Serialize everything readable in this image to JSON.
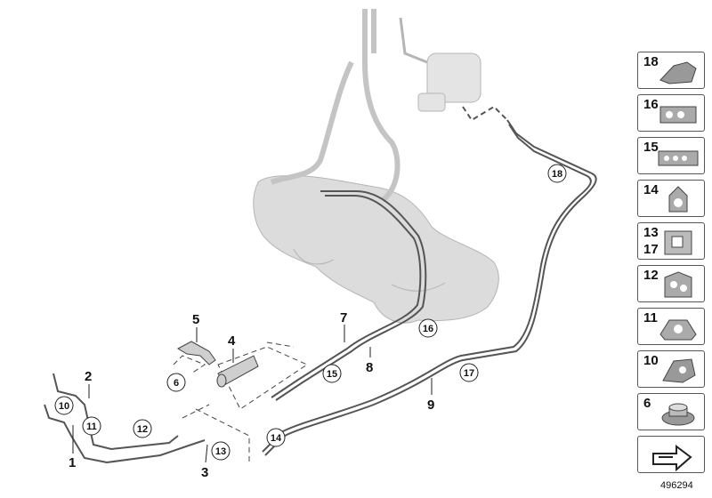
{
  "diagram": {
    "callouts": {
      "c1": "1",
      "c2": "2",
      "c3": "3",
      "c4": "4",
      "c5": "5",
      "c7": "7",
      "c8": "8",
      "c9": "9"
    },
    "circled": {
      "c6": "6",
      "c10": "10",
      "c11": "11",
      "c12": "12",
      "c13": "13",
      "c14": "14",
      "c15": "15",
      "c16": "16",
      "c17": "17",
      "c18": "18"
    }
  },
  "legend": {
    "items": [
      {
        "num": "18",
        "num2": ""
      },
      {
        "num": "16",
        "num2": ""
      },
      {
        "num": "15",
        "num2": ""
      },
      {
        "num": "14",
        "num2": ""
      },
      {
        "num": "13",
        "num2": "17"
      },
      {
        "num": "12",
        "num2": ""
      },
      {
        "num": "11",
        "num2": ""
      },
      {
        "num": "10",
        "num2": ""
      },
      {
        "num": "6",
        "num2": ""
      }
    ]
  },
  "reference_number": "496294",
  "colors": {
    "line": "#555555",
    "tank": "#d9d9d9",
    "text": "#111111"
  }
}
